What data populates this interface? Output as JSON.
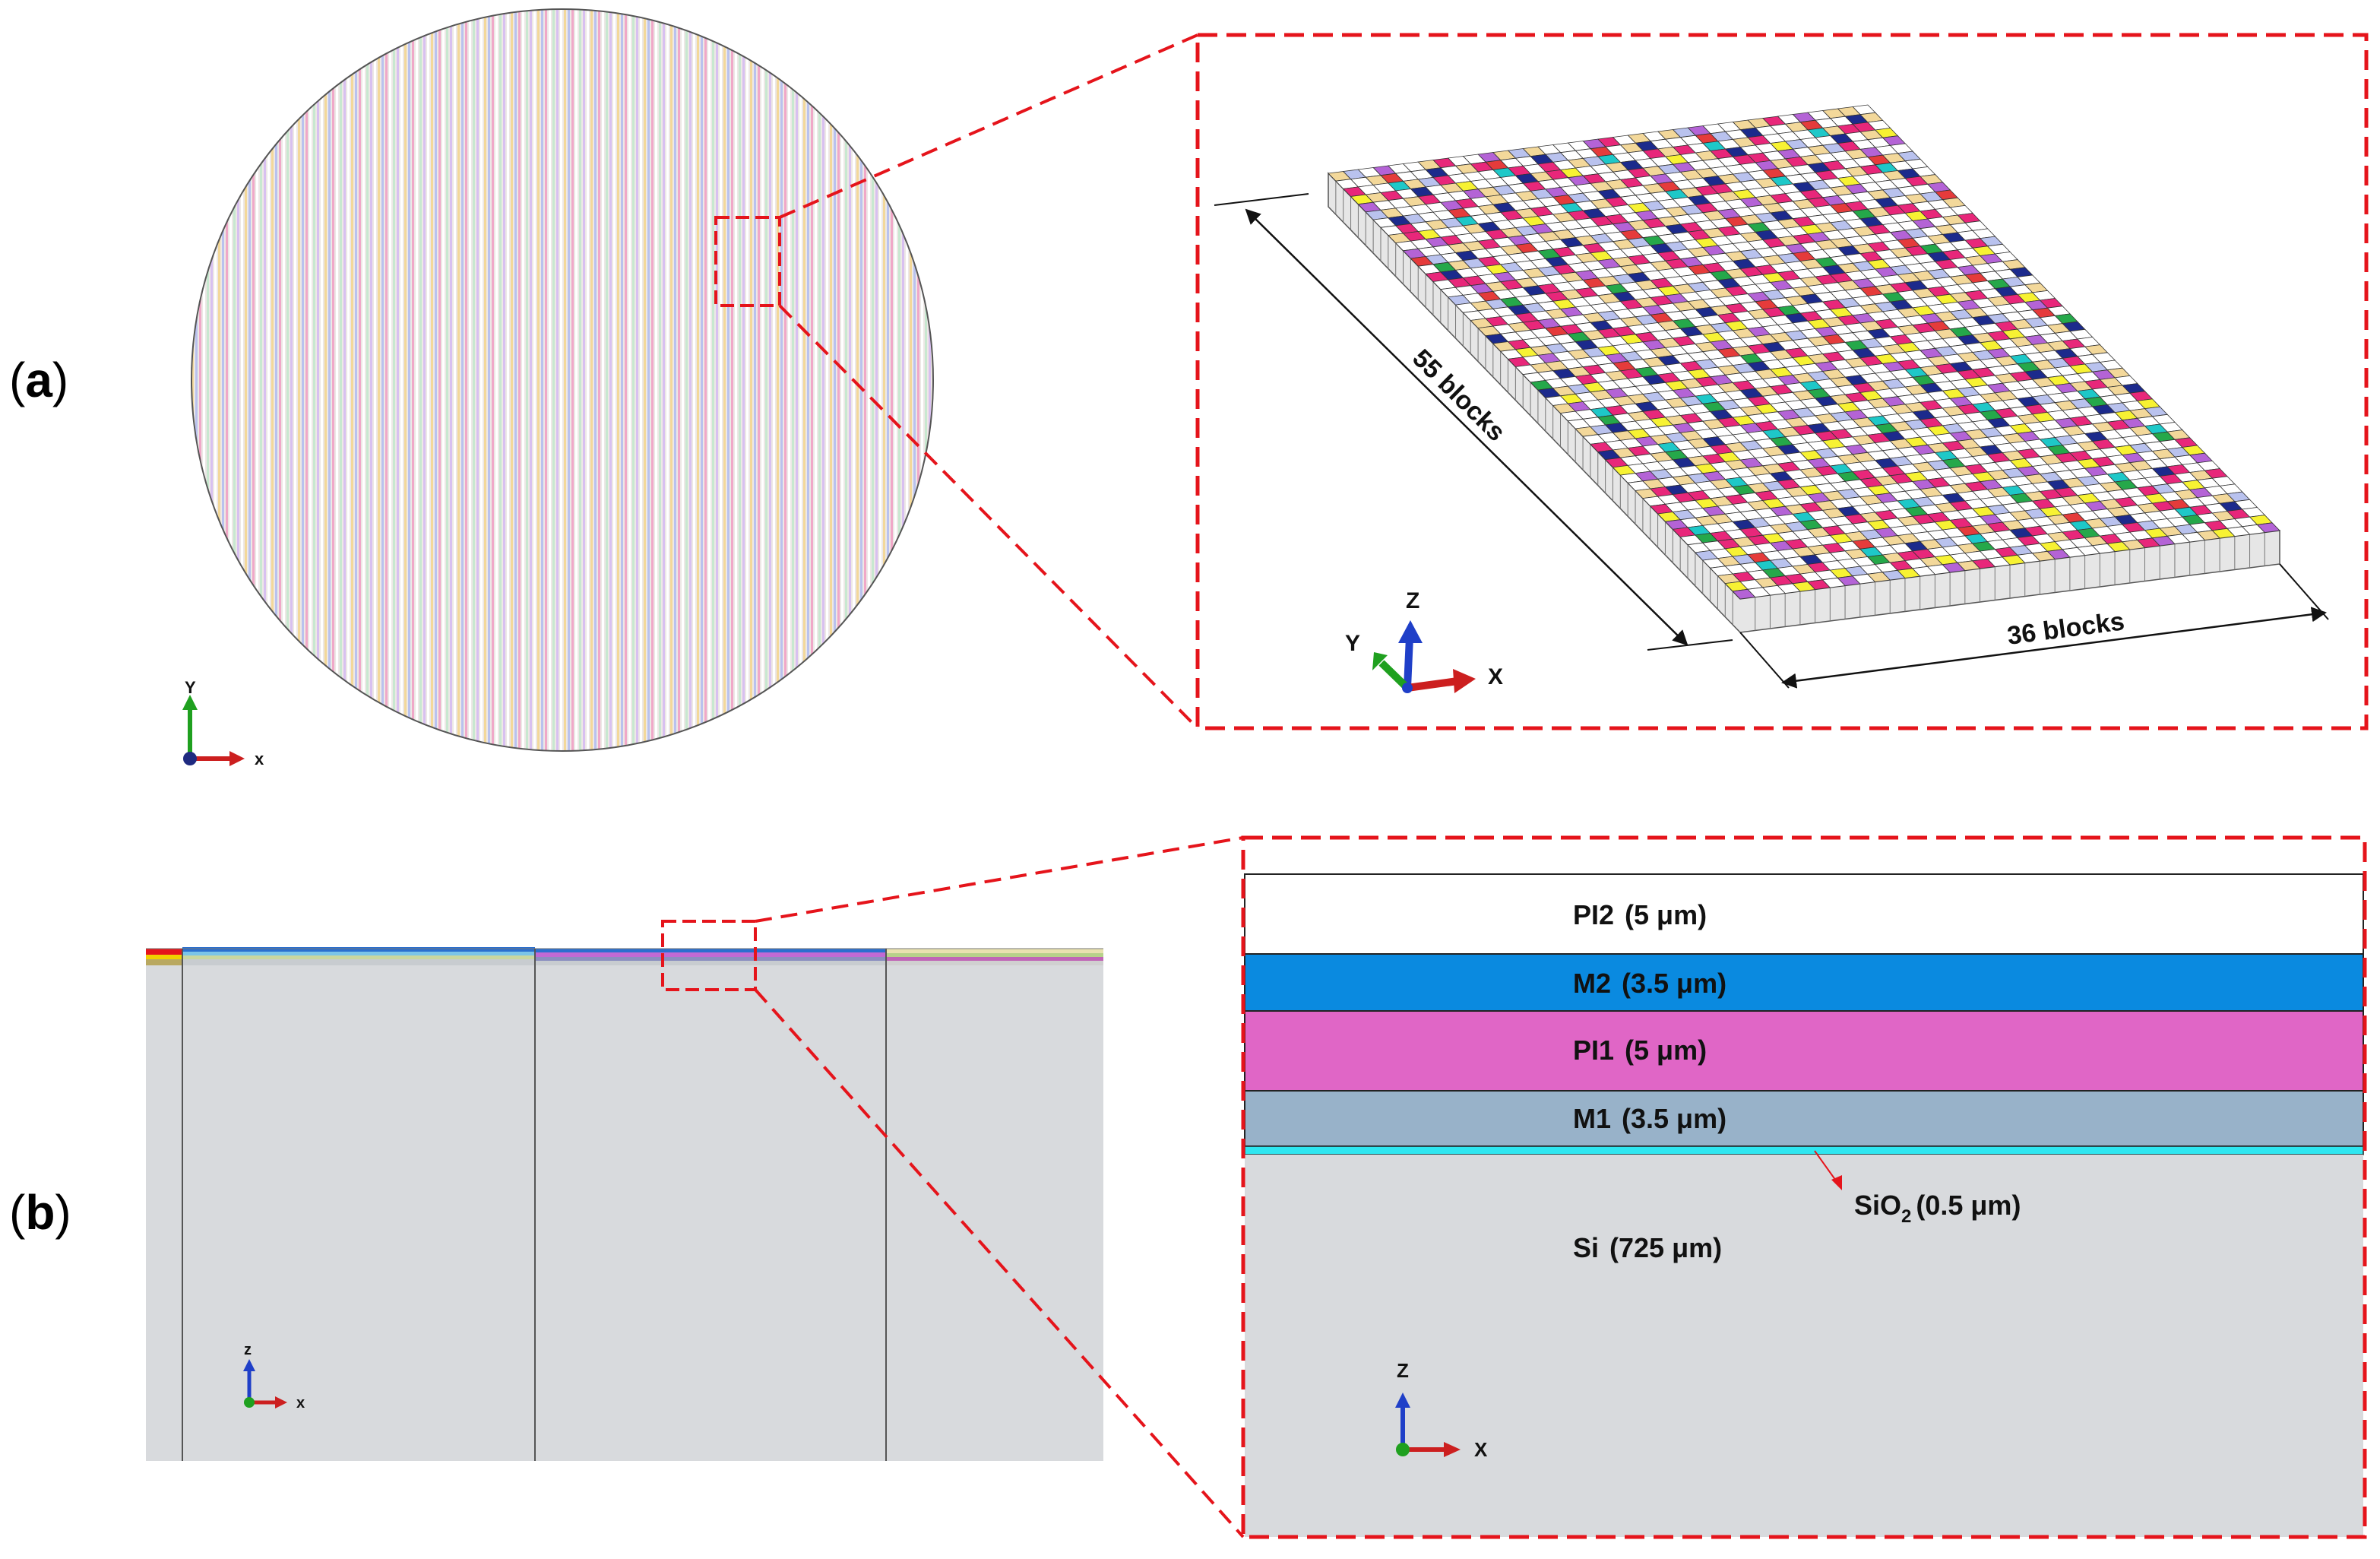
{
  "panels": {
    "a": {
      "label": "a",
      "left_paren": "(",
      "right_paren": ")"
    },
    "b": {
      "label": "b",
      "left_paren": "(",
      "right_paren": ")"
    }
  },
  "panel_a": {
    "wafer_axes": {
      "x": "x",
      "y": "Y"
    },
    "zoom_axes": {
      "x": "X",
      "y": "Y",
      "z": "Z"
    },
    "dim_rows": "55 blocks",
    "dim_cols": "36 blocks",
    "grid_rows": 55,
    "grid_cols": 36
  },
  "panel_b": {
    "cross_axes": {
      "x": "x",
      "z": "z"
    },
    "zoom_axes": {
      "x": "X",
      "z": "Z"
    },
    "layers": [
      {
        "name": "PI2",
        "thickness": "(5 μm)",
        "color": "#ffffff"
      },
      {
        "name": "M2",
        "thickness": "(3.5 μm)",
        "color": "#0a8ae0"
      },
      {
        "name": "PI1",
        "thickness": "(5 μm)",
        "color": "#e066c6"
      },
      {
        "name": "M1",
        "thickness": "(3.5 μm)",
        "color": "#98b2c9"
      },
      {
        "name": "SiO",
        "subscript": "2",
        "thickness": "(0.5 μm)",
        "color": "#2fe6f0"
      },
      {
        "name": "Si",
        "thickness": "(725 μm)",
        "color": "#d8dadd"
      }
    ]
  },
  "colors": {
    "callout": "#e5141b",
    "axis_x": "#cc1f1f",
    "axis_y": "#1fa01f",
    "axis_z": "#1f3fc8",
    "substrate": "#d8dadd"
  },
  "block_palette": [
    "#ffffff",
    "#f3d89a",
    "#1c2a8c",
    "#e8277a",
    "#f7f233",
    "#b463d6",
    "#e53b3b",
    "#1ec8c8",
    "#25a84a",
    "#b9c2ee"
  ]
}
